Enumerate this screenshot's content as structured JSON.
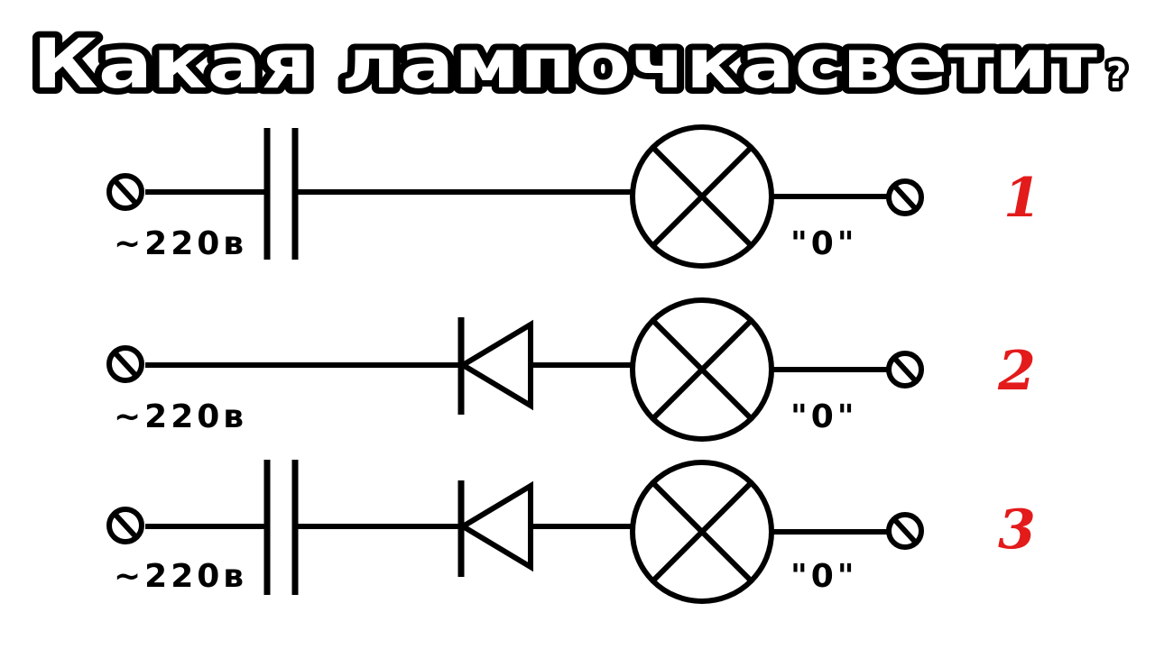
{
  "title": {
    "main": "Какая лампочкасветит",
    "question_mark": "?"
  },
  "circuits": [
    {
      "number": "1",
      "source_label": "~220в",
      "ground_label": "\"0\"",
      "components": [
        "capacitor",
        "lamp"
      ]
    },
    {
      "number": "2",
      "source_label": "~220в",
      "ground_label": "\"0\"",
      "components": [
        "diode",
        "lamp"
      ]
    },
    {
      "number": "3",
      "source_label": "~220в",
      "ground_label": "\"0\"",
      "components": [
        "capacitor",
        "diode",
        "lamp"
      ]
    }
  ],
  "colors": {
    "number": "#e31b1b",
    "line": "#000000",
    "background": "#ffffff"
  }
}
